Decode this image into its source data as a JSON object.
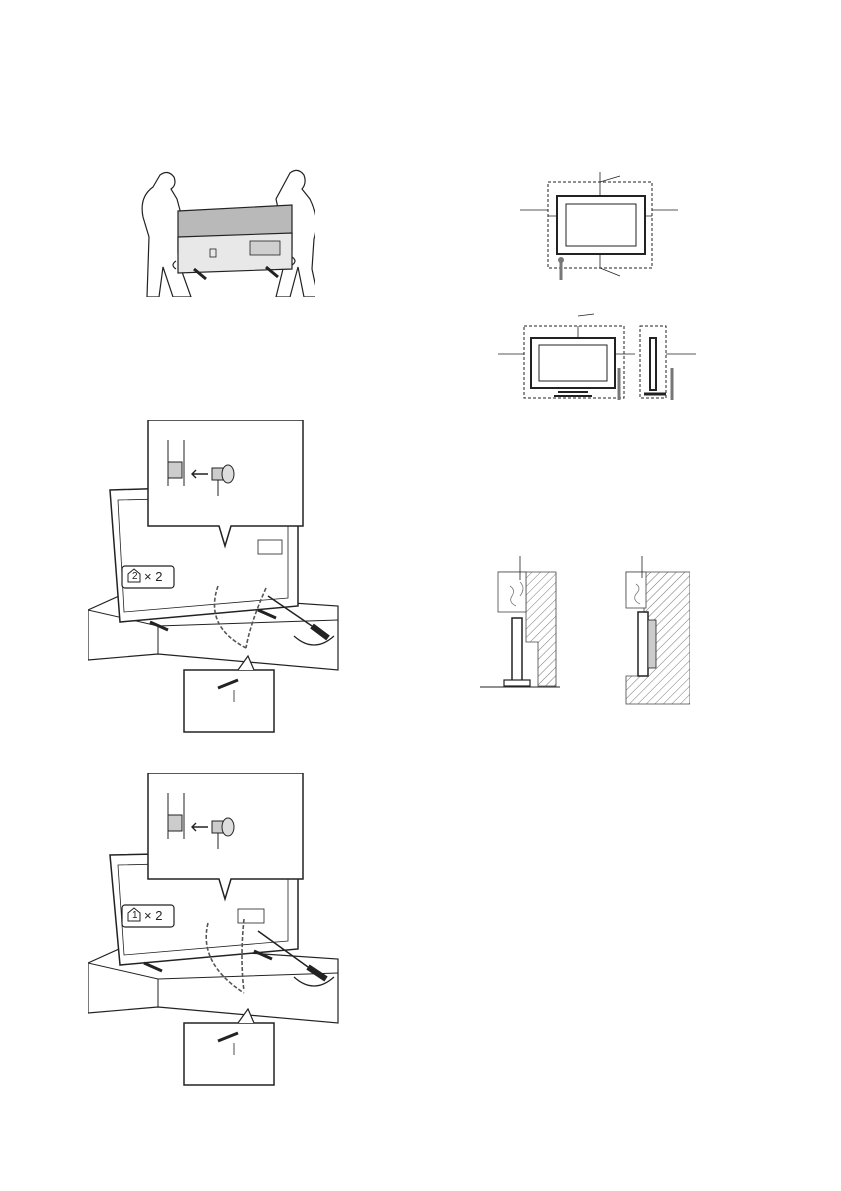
{
  "figures": {
    "carry": {
      "icon": "two-people-carrying-tv"
    },
    "clearance_wall": {
      "icon": "wall-mounted-clearance-diagram"
    },
    "clearance_stand": {
      "icon": "stand-clearance-diagram"
    },
    "airflow": {
      "icon": "airflow-blocked-diagrams"
    },
    "secure_a": {
      "count_num": "2",
      "count_mult": "× 2",
      "icon": "screw-attach-diagram"
    },
    "secure_b": {
      "count_num": "1",
      "count_mult": "× 2",
      "icon": "screw-attach-diagram"
    }
  },
  "colors": {
    "line": "#222222",
    "panel": "#b9b9b9",
    "hatch": "#777777"
  }
}
